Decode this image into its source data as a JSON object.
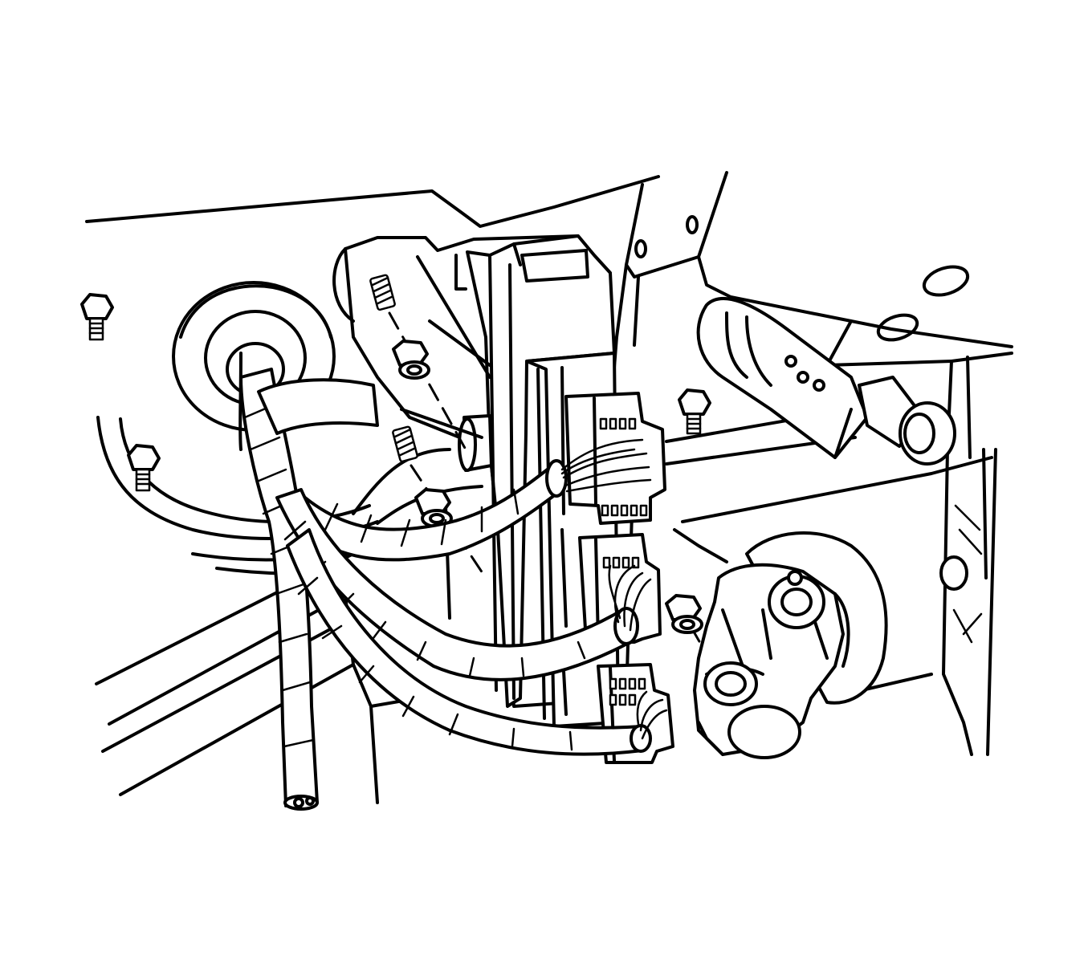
{
  "diagram": {
    "colors": {
      "line": "#000000",
      "background": "#ffffff"
    },
    "components": [
      "body-panel",
      "grommet",
      "wiring-harness",
      "control-module",
      "module-studs",
      "module-nuts",
      "harness-connectors",
      "steering-shaft-joint",
      "mounting-bolts",
      "bracket-arm"
    ]
  }
}
